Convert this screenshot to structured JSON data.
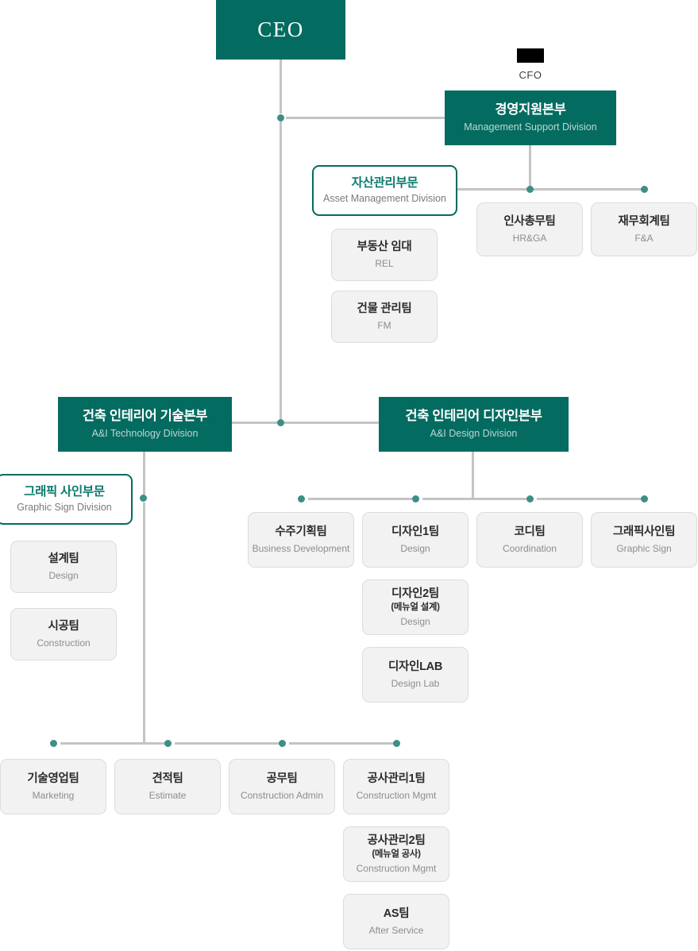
{
  "chart": {
    "title": "Organization Chart",
    "colors": {
      "division_fill": "#046b60",
      "division_text": "#ffffff",
      "division_subtext": "#bcd7d4",
      "subdivision_border": "#046b60",
      "subdivision_text": "#0b7a6d",
      "team_fill": "#f2f2f2",
      "team_border": "#dcdcdc",
      "team_text": "#2b2b2b",
      "team_subtext": "#8d8d8d",
      "connector_line": "#c4c4c4",
      "connector_dot": "#3d8f86",
      "redaction": "#000000"
    }
  },
  "nodes": {
    "ceo": {
      "ko": "CEO",
      "en": ""
    },
    "cfo": {
      "ko": "",
      "en": "CFO",
      "redacted": true
    },
    "management_support": {
      "ko": "경영지원본부",
      "en": "Management Support Division"
    },
    "asset_management": {
      "ko": "자산관리부문",
      "en": "Asset Management Division"
    },
    "real_estate_lease": {
      "ko": "부동산 임대",
      "en": "REL"
    },
    "facility_mgmt": {
      "ko": "건물 관리팀",
      "en": "FM"
    },
    "hr_ga": {
      "ko": "인사총무팀",
      "en": "HR&GA"
    },
    "finance_accounting": {
      "ko": "재무회계팀",
      "en": "F&A"
    },
    "ai_technology": {
      "ko": "건축 인테리어 기술본부",
      "en": "A&I Technology Division"
    },
    "ai_design": {
      "ko": "건축 인테리어 디자인본부",
      "en": "A&I Design Division"
    },
    "graphic_sign_division": {
      "ko": "그래픽 사인부문",
      "en": "Graphic Sign Division"
    },
    "design_team_gs": {
      "ko": "설계팀",
      "en": "Design"
    },
    "construction_team_gs": {
      "ko": "시공팀",
      "en": "Construction"
    },
    "business_development": {
      "ko": "수주기획팀",
      "en": "Business Development"
    },
    "design_1": {
      "ko": "디자인1팀",
      "en": "Design"
    },
    "coordination": {
      "ko": "코디팀",
      "en": "Coordination"
    },
    "graphic_sign_team": {
      "ko": "그래픽사인팀",
      "en": "Graphic Sign"
    },
    "design_2": {
      "ko": "디자인2팀",
      "ko2": "(메뉴얼 설계)",
      "en": "Design"
    },
    "design_lab": {
      "ko": "디자인LAB",
      "en": "Design Lab"
    },
    "marketing": {
      "ko": "기술영업팀",
      "en": "Marketing"
    },
    "estimate": {
      "ko": "견적팀",
      "en": "Estimate"
    },
    "construction_admin": {
      "ko": "공무팀",
      "en": "Construction Admin"
    },
    "construction_mgmt_1": {
      "ko": "공사관리1팀",
      "en": "Construction Mgmt"
    },
    "construction_mgmt_2": {
      "ko": "공사관리2팀",
      "ko2": "(메뉴얼 공사)",
      "en": "Construction Mgmt"
    },
    "after_service": {
      "ko": "AS팀",
      "en": "After Service"
    }
  }
}
